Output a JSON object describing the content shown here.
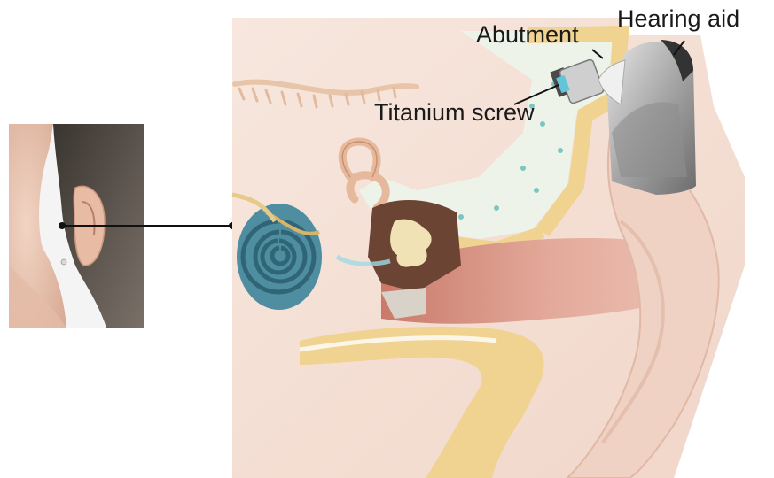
{
  "labels": {
    "hearing_aid": "Hearing aid",
    "abutment": "Abutment",
    "titanium_screw": "Titanium screw"
  },
  "colors": {
    "skin_background": "#f6e4da",
    "cochlea": "#4f8ea0",
    "bone": "#f0d9a0",
    "ear_canal": "#d9998c",
    "ossicles": "#6b4433",
    "device_gray": "#9a9a9a",
    "leader_line": "#111111"
  },
  "icons": [
    "head-photo-icon",
    "ear-anatomy-icon"
  ]
}
